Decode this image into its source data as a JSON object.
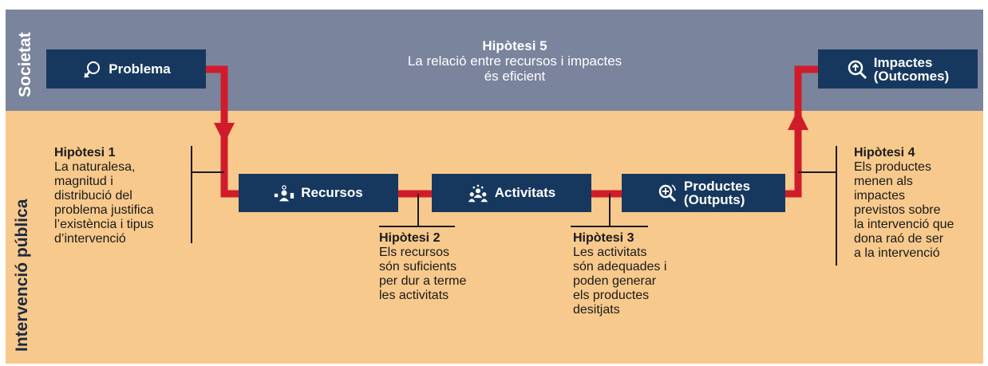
{
  "bands": {
    "top_label": "Societat",
    "bottom_label": "Intervenció pública"
  },
  "nodes": {
    "problema": {
      "label": "Problema",
      "icon": "lightbulb-cursor-icon"
    },
    "recursos": {
      "label": "Recursos",
      "icon": "resources-icon"
    },
    "activitats": {
      "label": "Activitats",
      "icon": "people-group-icon"
    },
    "productes": {
      "label_line1": "Productes",
      "label_line2": "(Outputs)",
      "icon": "magnifier-plus-icon"
    },
    "impactes": {
      "label_line1": "Impactes",
      "label_line2": "(Outcomes)",
      "icon": "magnifier-up-icon"
    }
  },
  "hypotheses": {
    "h1": {
      "title": "Hipòtesi 1",
      "body": "La naturalesa,\nmagnitud i\ndistribució del\nproblema justifica\nl’existència i tipus\nd’intervenció"
    },
    "h2": {
      "title": "Hipòtesi 2",
      "body": "Els recursos\nsón suficients\nper dur a terme\nles activitats"
    },
    "h3": {
      "title": "Hipòtesi 3",
      "body": "Les activitats\nsón adequades i\npoden generar\nels productes\ndesitjats"
    },
    "h4": {
      "title": "Hipòtesi 4",
      "body": "Els productes\nmenen als\nimpactes\nprevistos sobre\nla intervenció que\ndona raó de ser\na la intervenció"
    },
    "h5": {
      "title": "Hipòtesi 5",
      "body": "La relació entre recursos i impactes\nés eficient"
    }
  },
  "colors": {
    "top_band": "#7a849c",
    "bottom_band": "#f7c98c",
    "node": "#17385e",
    "flow_line": "#d01c2a",
    "connector": "#1a1a1a"
  }
}
